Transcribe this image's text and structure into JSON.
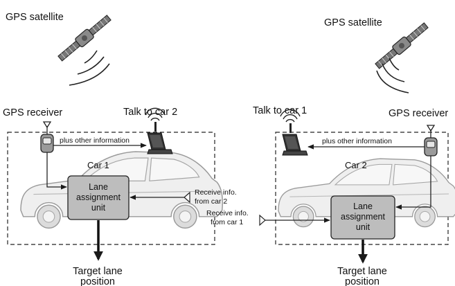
{
  "satellites": [
    {
      "label": "GPS satellite"
    },
    {
      "label": "GPS satellite"
    }
  ],
  "left": {
    "gps_receiver_label": "GPS receiver",
    "talk_label": "Talk to car 2",
    "other_info_label": "plus other information",
    "car_label": "Car 1",
    "unit_lines": [
      "Lane",
      "assignment",
      "unit"
    ],
    "receive_lines": [
      "Receive info.",
      "from car 2"
    ],
    "target_lines": [
      "Target lane",
      "position"
    ]
  },
  "right": {
    "gps_receiver_label": "GPS receiver",
    "talk_label": "Talk to car 1",
    "other_info_label": "plus other information",
    "car_label": "Car 2",
    "unit_lines": [
      "Lane",
      "assignment",
      "unit"
    ],
    "receive_lines": [
      "Receive info.",
      "from car 1"
    ],
    "target_lines": [
      "Target lane",
      "position"
    ]
  },
  "icons": [
    "satellite-icon",
    "gps-receiver-icon",
    "laptop-icon",
    "antenna-icon",
    "car-outline-icon"
  ],
  "colors": {
    "unit_fill": "#bdbdbd",
    "car_fill": "#eeeeee",
    "stroke": "#1a1a1a"
  }
}
